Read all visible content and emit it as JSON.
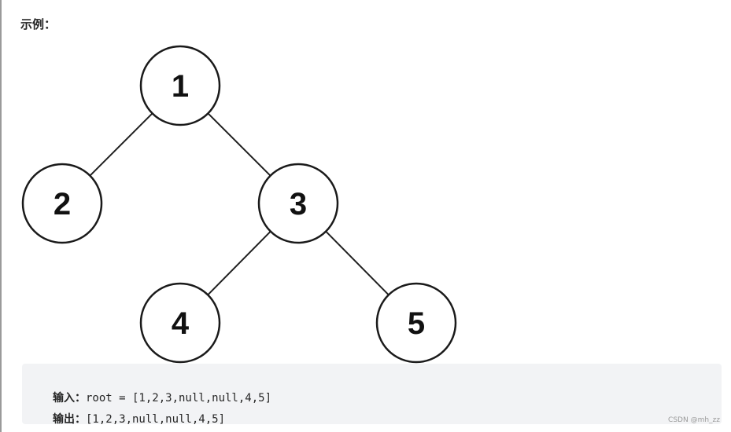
{
  "heading": "示例：",
  "tree": {
    "nodes": [
      {
        "id": "n1",
        "label": "1"
      },
      {
        "id": "n2",
        "label": "2"
      },
      {
        "id": "n3",
        "label": "3"
      },
      {
        "id": "n4",
        "label": "4"
      },
      {
        "id": "n5",
        "label": "5"
      }
    ],
    "edges": [
      {
        "from": "n1",
        "to": "n2"
      },
      {
        "from": "n1",
        "to": "n3"
      },
      {
        "from": "n3",
        "to": "n4"
      },
      {
        "from": "n3",
        "to": "n5"
      }
    ]
  },
  "example": {
    "input_label": "输入：",
    "input_value": "root = [1,2,3,null,null,4,5]",
    "output_label": "输出：",
    "output_value": "[1,2,3,null,null,4,5]"
  },
  "watermark": "CSDN @mh_zz"
}
